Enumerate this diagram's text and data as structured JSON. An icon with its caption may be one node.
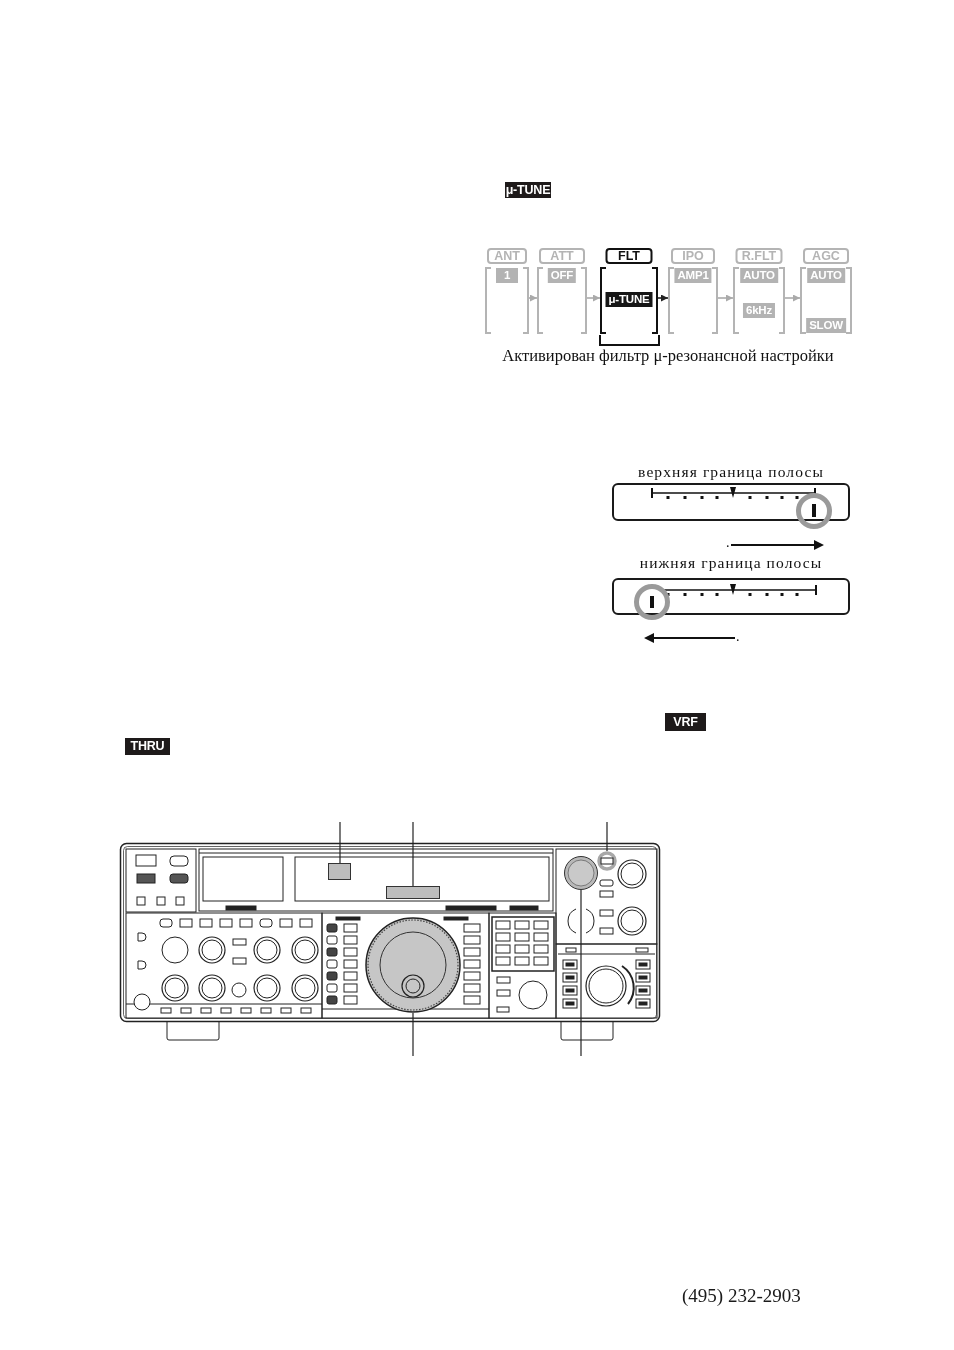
{
  "diagram": {
    "nodes": [
      {
        "text": [
          "ANT",
          "1"
        ]
      },
      {
        "text": [
          "ATT",
          "OFF"
        ]
      },
      {
        "text": [
          "FLT",
          "μ-TUNE"
        ],
        "beside": [
          "Активирован фильтр μ-резонансной настройки"
        ]
      },
      {
        "text": [
          "IPO",
          "AMP1"
        ]
      },
      {
        "text": [
          "R.FLT",
          "AUTO",
          "6kHz"
        ]
      },
      {
        "text": [
          "AGC",
          "AUTO",
          "SLOW"
        ]
      },
      {
        "text": [
          "верхняя граница полосы"
        ]
      },
      {
        "text": [
          "нижняя граница полосы"
        ]
      },
      {
        "text": [],
        "shape": "picture"
      },
      {
        "text": [],
        "shape": "box",
        "in": 8
      },
      {
        "text": [],
        "shape": "bar",
        "in": 8
      },
      {
        "text": [],
        "shape": "circle",
        "in": 8
      },
      {
        "text": [],
        "shape": "circle",
        "in": 8
      },
      {
        "text": [],
        "shape": "circle",
        "in": 8
      }
    ],
    "edges": [
      {
        "from": 0,
        "to": 1,
        "arrow": "to",
        "color": "#aaaaaa"
      },
      {
        "from": 1,
        "to": 2,
        "arrow": "to",
        "color": "#aaaaaa"
      },
      {
        "from": 2,
        "to": 3,
        "arrow": "to"
      },
      {
        "from": 3,
        "to": 4,
        "arrow": "to",
        "color": "#aaaaaa"
      },
      {
        "from": 4,
        "to": 5,
        "arrow": "to",
        "color": "#aaaaaa"
      },
      {
        "from": null,
        "to": 9,
        "arrow": "none"
      },
      {
        "from": null,
        "to": 10,
        "arrow": "none"
      },
      {
        "from": null,
        "to": 13,
        "arrow": "none"
      },
      {
        "from": null,
        "to": 11,
        "arrow": "none"
      },
      {
        "from": null,
        "to": 12,
        "arrow": "none"
      }
    ],
    "labels": [
      "μ-TUNE",
      ".",
      ".",
      "VRF",
      "THRU",
      "(495) 232-2903"
    ]
  }
}
